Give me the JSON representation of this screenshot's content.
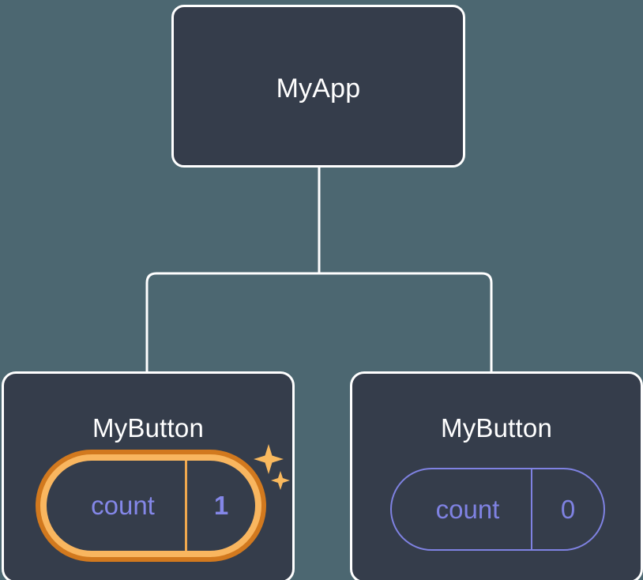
{
  "diagram": {
    "type": "component-tree",
    "background_color": "#4c6771",
    "node_fill": "#353d4b",
    "node_border": "#ffffff",
    "connector_color": "#ffffff",
    "highlight_outer_color": "#d2791e",
    "highlight_inner_color": "#f9b65f",
    "state_text_color": "#7f82e2",
    "sparkle_color": "#f9b95e"
  },
  "root": {
    "title": "MyApp"
  },
  "children": [
    {
      "title": "MyButton",
      "highlighted": true,
      "state": {
        "key": "count",
        "value": "1"
      }
    },
    {
      "title": "MyButton",
      "highlighted": false,
      "state": {
        "key": "count",
        "value": "0"
      }
    }
  ]
}
